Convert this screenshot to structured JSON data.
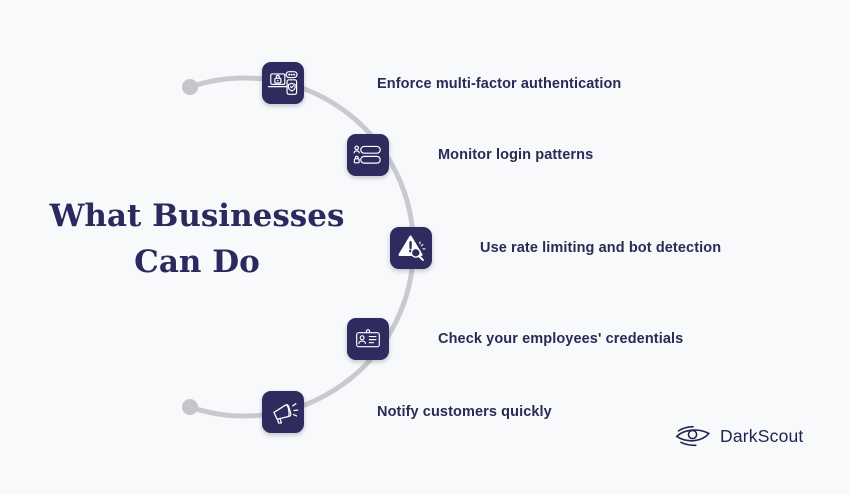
{
  "title": {
    "line1": "What Businesses",
    "line2": "Can Do"
  },
  "items": [
    {
      "label": "Enforce multi-factor authentication",
      "icon": "mfa-lock-phone-icon"
    },
    {
      "label": "Monitor login patterns",
      "icon": "login-fields-icon"
    },
    {
      "label": "Use rate limiting and bot detection",
      "icon": "warning-magnifier-icon"
    },
    {
      "label": "Check your employees' credentials",
      "icon": "id-card-icon"
    },
    {
      "label": "Notify customers quickly",
      "icon": "megaphone-icon"
    }
  ],
  "logo": {
    "text": "DarkScout"
  },
  "colors": {
    "background": "#f8f9fb",
    "icon_box": "#2e2c5e",
    "arc": "#c9cacd",
    "arc_dot": "#c5c6c9",
    "title_text": "#2b2a5e",
    "label_text": "#2b2a55",
    "icon_stroke": "#ffffff",
    "logo_text": "#232350"
  }
}
